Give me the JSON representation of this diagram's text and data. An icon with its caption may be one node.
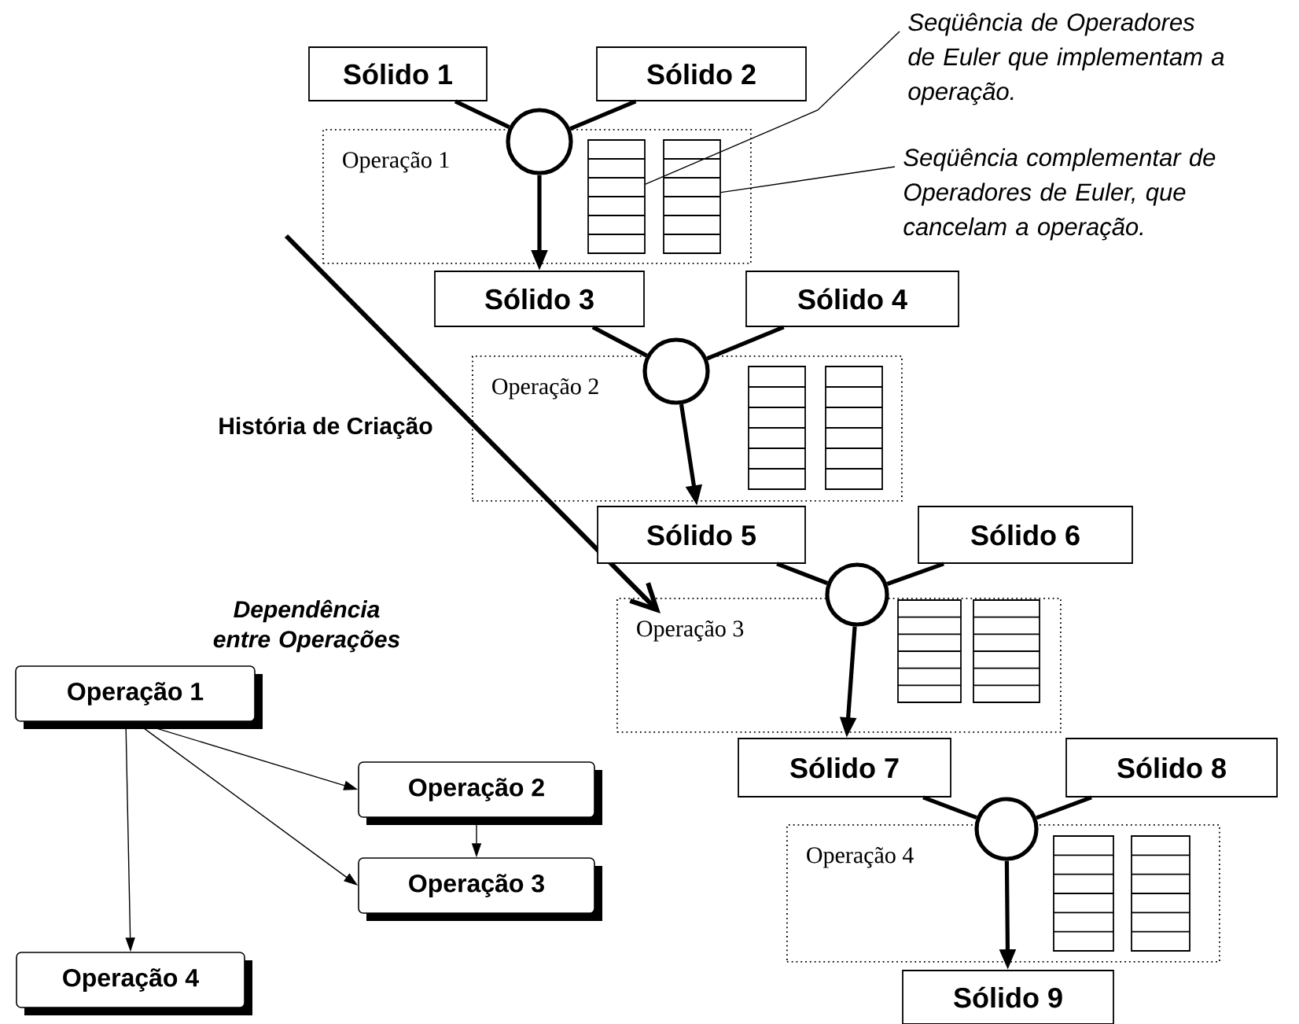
{
  "diagram": {
    "nodes": [
      {
        "text": [
          "Sólido 1"
        ]
      },
      {
        "text": [
          "Sólido 2"
        ]
      },
      {
        "text": [
          "Seqüência de Operadores de Euler que implementam a operação."
        ]
      },
      {
        "text": [],
        "shape": "circle"
      },
      {
        "text": [
          "Operação 1"
        ]
      },
      {
        "text": [],
        "shape": "box",
        "in": 4
      },
      {
        "text": [],
        "shape": "box",
        "in": 4
      },
      {
        "text": [
          "Seqüência complementar de Operadores de Euler, que cancelam a operação."
        ]
      },
      {
        "text": [
          "Sólido 3"
        ]
      },
      {
        "text": [
          "Sólido 4"
        ]
      },
      {
        "text": [],
        "shape": "circle"
      },
      {
        "text": [
          "Operação 2"
        ]
      },
      {
        "text": [],
        "shape": "box",
        "in": 11
      },
      {
        "text": [],
        "shape": "box",
        "in": 11
      },
      {
        "text": [
          "Sólido 5"
        ]
      },
      {
        "text": [
          "Sólido 6"
        ]
      },
      {
        "text": [],
        "shape": "circle"
      },
      {
        "text": [
          "Operação 3"
        ]
      },
      {
        "text": [],
        "shape": "box",
        "in": 17
      },
      {
        "text": [],
        "shape": "box",
        "in": 17
      },
      {
        "text": [
          "Sólido 7"
        ]
      },
      {
        "text": [
          "Sólido 8"
        ]
      },
      {
        "text": [],
        "shape": "circle"
      },
      {
        "text": [
          "Operação 4"
        ]
      },
      {
        "text": [],
        "shape": "box",
        "in": 23
      },
      {
        "text": [],
        "shape": "box",
        "in": 23
      },
      {
        "text": [
          "Sólido 9"
        ]
      },
      {
        "text": [
          "Operação 1"
        ]
      },
      {
        "text": [
          "Operação 2"
        ]
      },
      {
        "text": [
          "Operação 3"
        ]
      },
      {
        "text": [
          "Operação 4"
        ]
      }
    ],
    "edges": [
      {
        "from": 0,
        "to": 3,
        "arrow": "none"
      },
      {
        "from": 1,
        "to": 3,
        "arrow": "none"
      },
      {
        "from": 3,
        "to": 8,
        "arrow": "to"
      },
      {
        "from": 2,
        "to": 5,
        "arrow": "none"
      },
      {
        "from": 7,
        "to": 6,
        "arrow": "none"
      },
      {
        "from": 8,
        "to": 10,
        "arrow": "none"
      },
      {
        "from": 9,
        "to": 10,
        "arrow": "none"
      },
      {
        "from": 10,
        "to": 14,
        "arrow": "to"
      },
      {
        "from": 14,
        "to": 16,
        "arrow": "none"
      },
      {
        "from": 15,
        "to": 16,
        "arrow": "none"
      },
      {
        "from": 16,
        "to": 20,
        "arrow": "to"
      },
      {
        "from": 20,
        "to": 22,
        "arrow": "none"
      },
      {
        "from": 21,
        "to": 22,
        "arrow": "none"
      },
      {
        "from": 22,
        "to": 26,
        "arrow": "to"
      },
      {
        "from": 27,
        "to": 28,
        "arrow": "to"
      },
      {
        "from": 27,
        "to": 29,
        "arrow": "to"
      },
      {
        "from": 27,
        "to": 30,
        "arrow": "to"
      },
      {
        "from": 28,
        "to": 29,
        "arrow": "to"
      }
    ],
    "labels": [
      "História de Criação",
      "Dependência entre Operações"
    ]
  }
}
